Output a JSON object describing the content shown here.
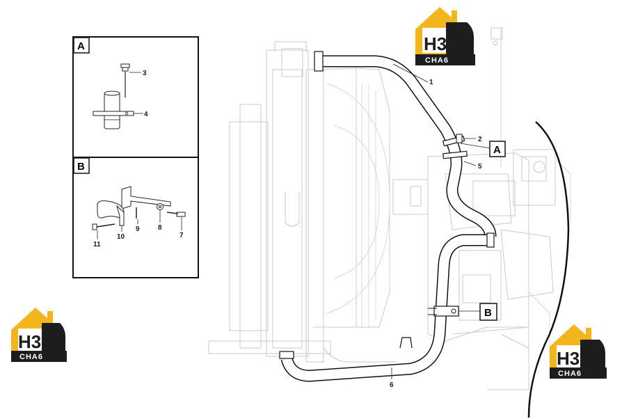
{
  "logo": {
    "mark": "H3",
    "sub": "CHA6",
    "color_primary": "#f2b51b",
    "color_dark": "#1d1d1d"
  },
  "detail_a": {
    "label": "A",
    "parts": [
      "3",
      "4"
    ]
  },
  "detail_b": {
    "label": "B",
    "parts": [
      "11",
      "10",
      "9",
      "8",
      "7"
    ]
  },
  "callouts": {
    "main": [
      "1",
      "2",
      "5",
      "6"
    ],
    "tag_a": "A",
    "tag_b": "B"
  }
}
